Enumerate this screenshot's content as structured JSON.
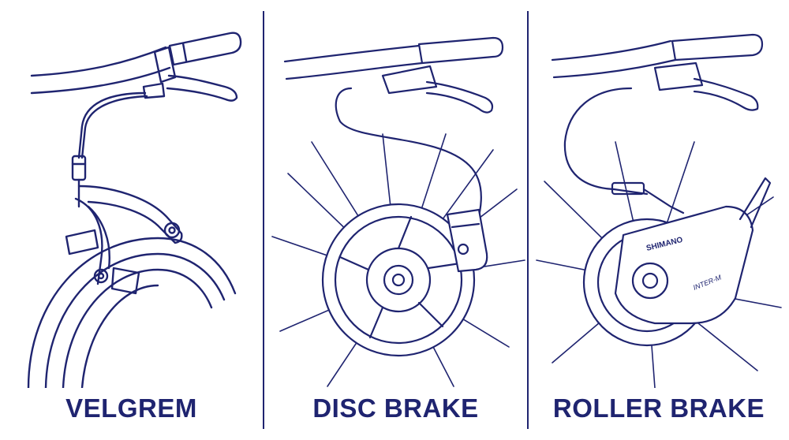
{
  "colors": {
    "ink": "#1f2470",
    "background": "#ffffff"
  },
  "panels": [
    {
      "label": "VELGREM"
    },
    {
      "label": "DISC BRAKE"
    },
    {
      "label": "ROLLER BRAKE"
    }
  ],
  "roller_hub_markings": {
    "brand": "SHIMANO",
    "model": "INTER-M"
  },
  "icons": [
    "handlebar-grip-icon",
    "brake-lever-icon",
    "brake-cable-icon",
    "rim-brake-caliper-icon",
    "disc-rotor-icon",
    "disc-caliper-icon",
    "roller-brake-hub-icon",
    "wheel-spokes-icon"
  ]
}
